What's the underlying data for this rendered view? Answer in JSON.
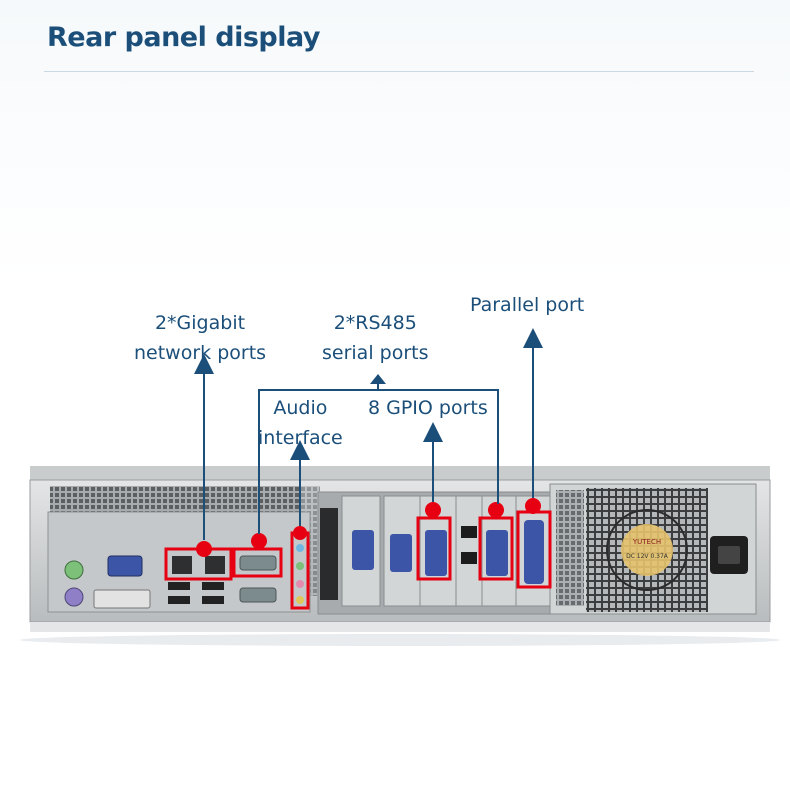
{
  "page": {
    "title": "Rear panel display"
  },
  "callouts": {
    "network": {
      "line1": "2*Gigabit",
      "line2": "network ports"
    },
    "rs485": {
      "line1": "2*RS485",
      "line2": "serial ports"
    },
    "audio": {
      "line1": "Audio",
      "line2": "interface"
    },
    "gpio": {
      "label": "8 GPIO ports"
    },
    "parallel": {
      "label": "Parallel port"
    }
  },
  "psu_label": {
    "brand": "YUTECH",
    "rating": "DC 12V 0.37A"
  },
  "colors": {
    "title": "#1b4f7a",
    "callout": "#1b4f7a",
    "highlight": "#e60012",
    "chassis": "#cfd2d4"
  }
}
